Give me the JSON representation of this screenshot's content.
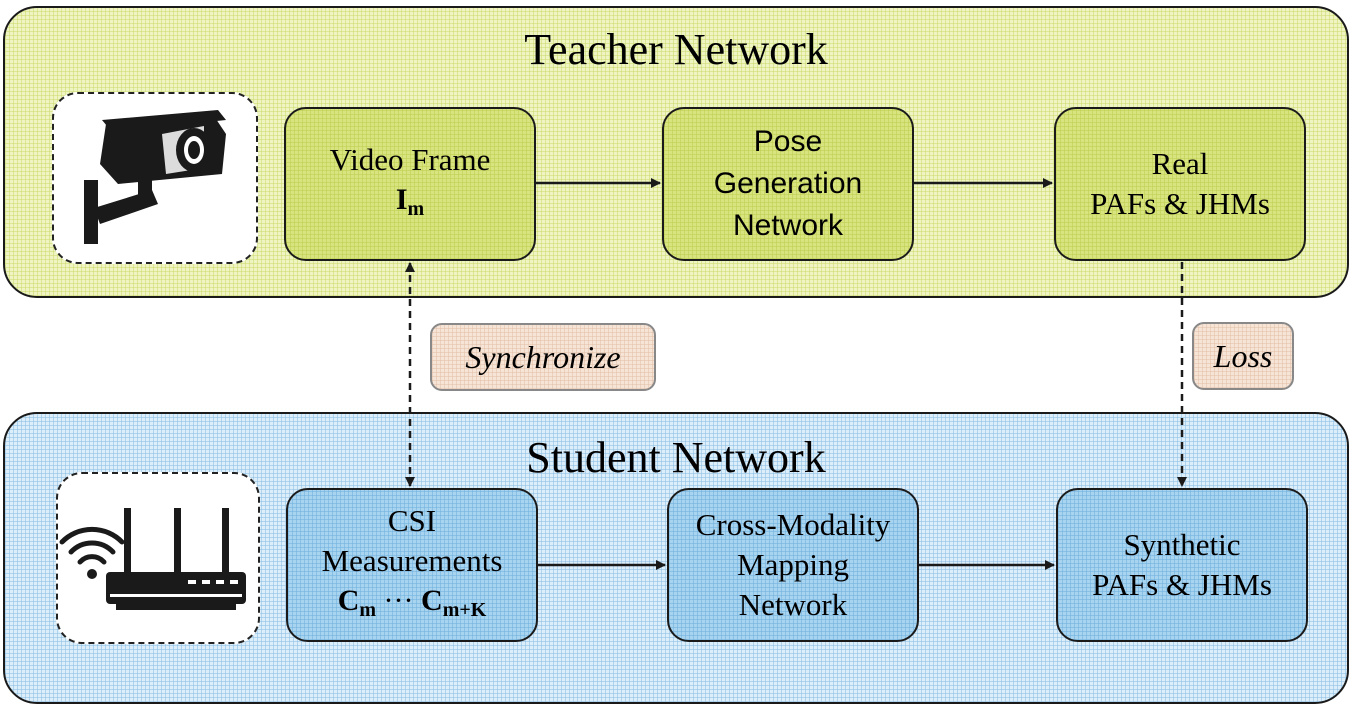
{
  "teacher": {
    "title": "Teacher Network",
    "video_frame": {
      "label": "Video Frame",
      "symbol": "I",
      "subscript": "m"
    },
    "pose_generation": {
      "lines": [
        "Pose",
        "Generation",
        "Network"
      ]
    },
    "real": {
      "lines": [
        "Real",
        "PAFs & JHMs"
      ]
    },
    "icon": "surveillance-camera-icon"
  },
  "student": {
    "title": "Student Network",
    "csi": {
      "lines": [
        "CSI",
        "Measurements"
      ],
      "sym1": "C",
      "sub1": "m",
      "dots": "···",
      "sym2": "C",
      "sub2": "m+K"
    },
    "cross_modality": {
      "lines": [
        "Cross-Modality",
        "Mapping",
        "Network"
      ]
    },
    "synthetic": {
      "lines": [
        "Synthetic",
        "PAFs & JHMs"
      ]
    },
    "icon": "wifi-router-icon"
  },
  "links": {
    "synchronize": "Synchronize",
    "loss": "Loss"
  },
  "colors": {
    "teacher_panel": "#eef5c2",
    "teacher_node": "#d8e47f",
    "student_panel": "#dceefa",
    "student_node": "#a9d4ef",
    "tag": "#f6e4d6",
    "line": "#1a1a1a"
  }
}
